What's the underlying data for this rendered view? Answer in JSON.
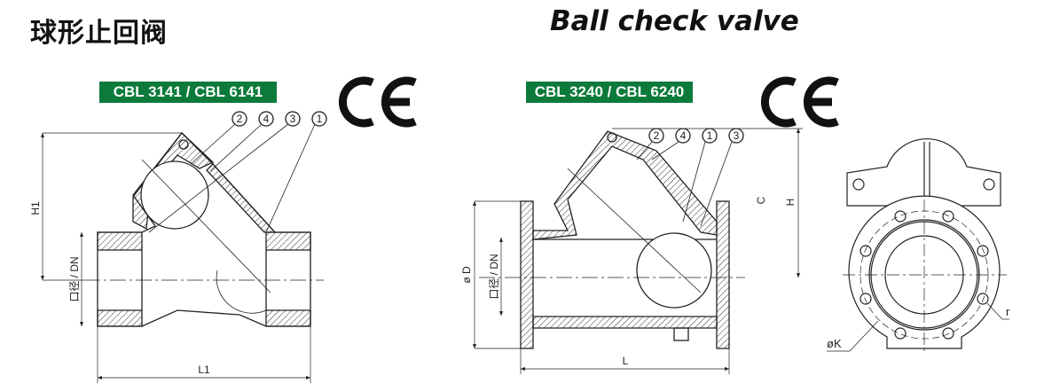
{
  "title_cn": "球形止回阀",
  "title_en": "Ball check valve",
  "models": [
    "CBL 3141 / CBL 6141",
    "CBL 3240 / CBL 6240"
  ],
  "ce_mark": "CE",
  "colors": {
    "model_bg": "#0b7a3b",
    "line": "#222222"
  },
  "drawing1": {
    "callouts": [
      "2",
      "4",
      "3",
      "1"
    ],
    "dim_height": "H1",
    "dim_bore": "口径 / DN",
    "dim_length": "L1"
  },
  "drawing2": {
    "callouts": [
      "2",
      "4",
      "1",
      "3"
    ],
    "dim_flange": "ø D",
    "dim_bore": "口径 / DN",
    "dim_height": "H",
    "dim_c": "C",
    "dim_length": "L"
  },
  "drawing3": {
    "dim_bolt_circle": "øK",
    "dim_hole": "r"
  }
}
